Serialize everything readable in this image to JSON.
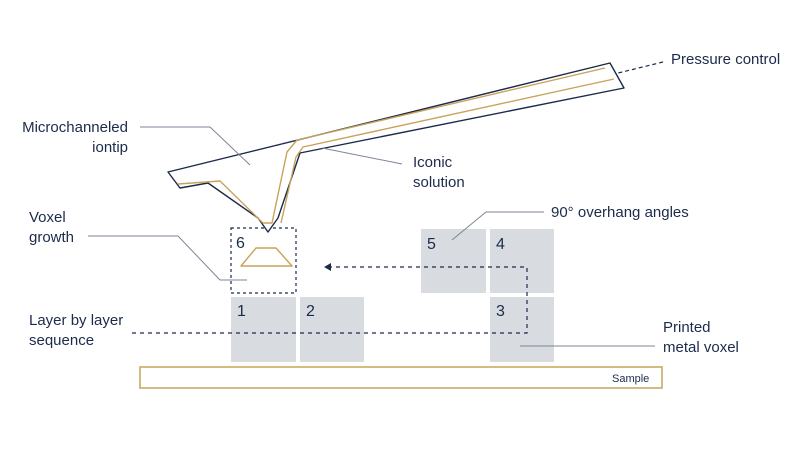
{
  "colors": {
    "navy": "#1c2b4a",
    "gold": "#c9a25a",
    "voxel_fill": "#d8dbe0",
    "leader": "#7d8696",
    "background": "#ffffff"
  },
  "labels": {
    "pressure_control": "Pressure control",
    "microchanneled": "Microchanneled",
    "iontip": "iontip",
    "iconic": "Iconic",
    "solution": "solution",
    "voxel": "Voxel",
    "growth": "growth",
    "overhang": "90° overhang angles",
    "layer_by_layer": "Layer by layer",
    "sequence": "sequence",
    "printed": "Printed",
    "metal_voxel": "metal voxel",
    "sample": "Sample"
  },
  "voxels": {
    "v1": "1",
    "v2": "2",
    "v3": "3",
    "v4": "4",
    "v5": "5",
    "v6": "6"
  }
}
